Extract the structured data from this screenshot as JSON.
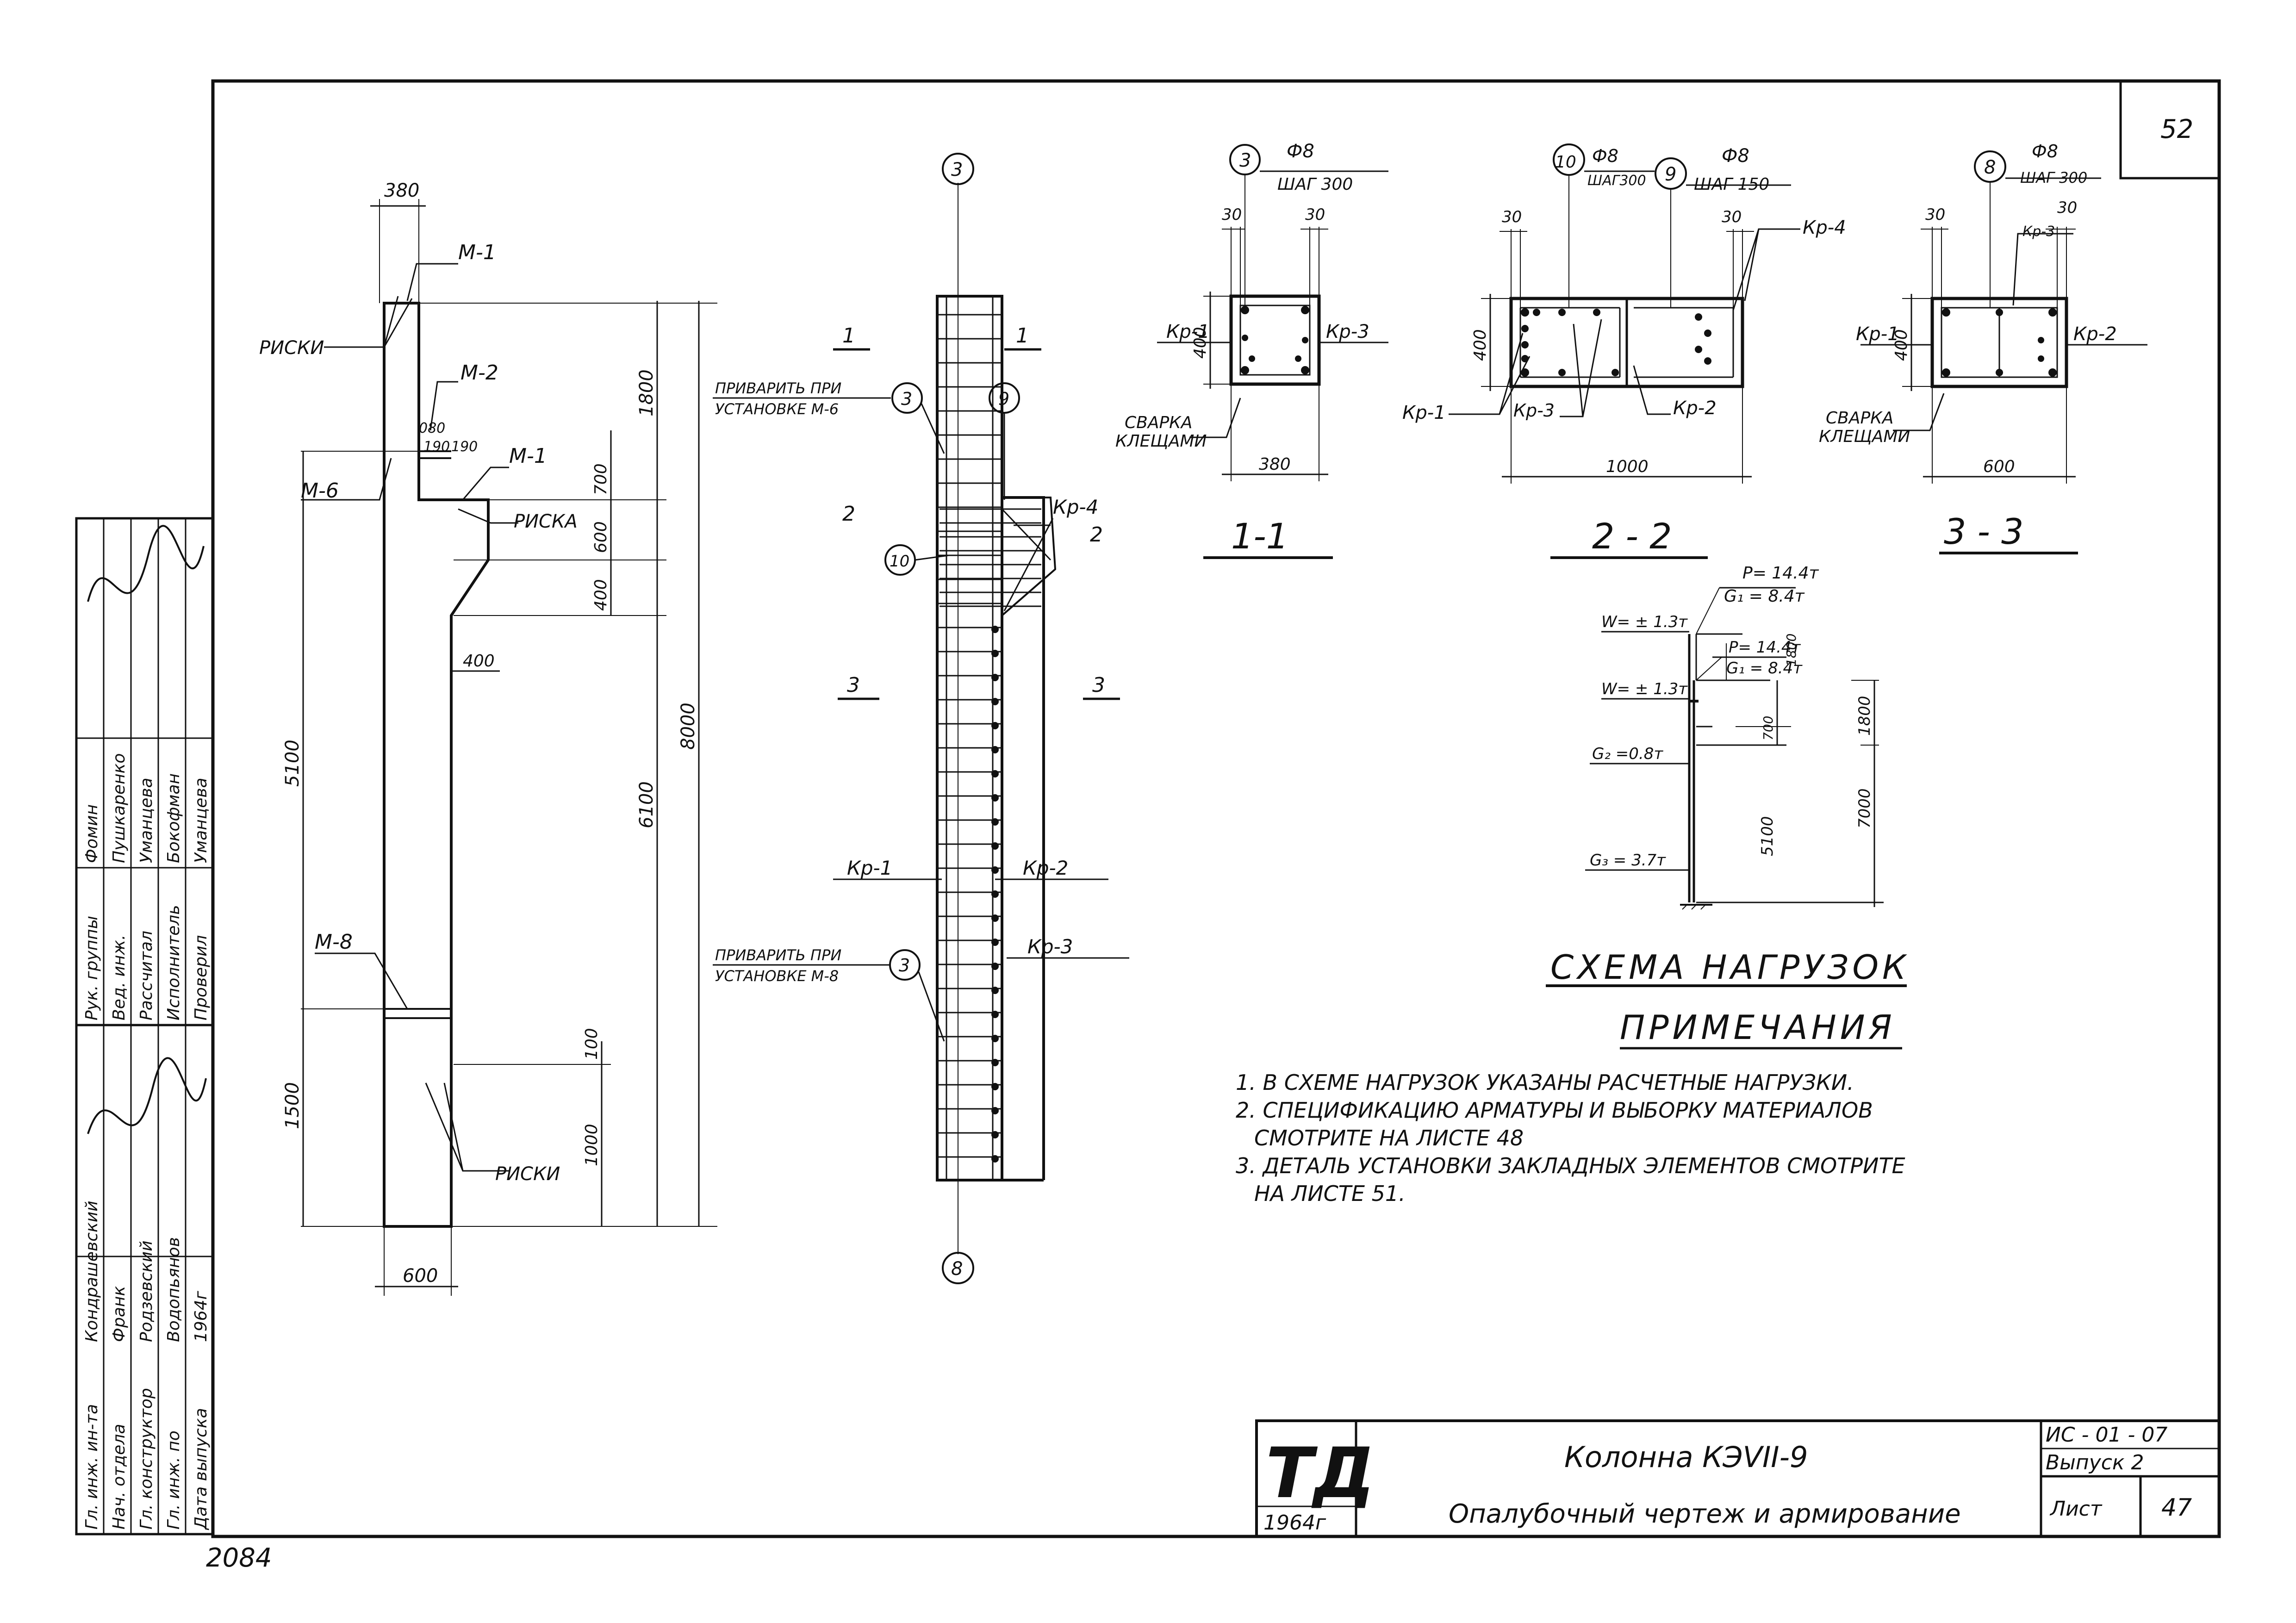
{
  "sheet_corner": "52",
  "scribble": "2084",
  "elevation": {
    "dims": {
      "top_width": "380",
      "upper_height": "1800",
      "total_height": "8000",
      "lower_height": "6100",
      "mid1": "700",
      "mid2": "600",
      "mid3": "400",
      "left_5100": "5100",
      "left_1500": "1500",
      "bottom_100": "100",
      "bottom_1000": "1000",
      "ledge": "400",
      "bottom_width": "600",
      "d080": "080",
      "d190a": "190",
      "d190b": "190"
    },
    "labels": {
      "m1_top": "М-1",
      "riski_top": "РИСКИ",
      "m2": "М-2",
      "m6": "М-6",
      "m1_mid": "М-1",
      "riska": "РИСКА",
      "m8": "М-8",
      "riski_bottom": "РИСКИ"
    }
  },
  "reinforcement": {
    "axis_top": "3",
    "axis_bottom": "8",
    "section_1": "1",
    "section_2": "2",
    "section_3": "3",
    "weld_note_1a": "ПРИВАРИТЬ ПРИ",
    "weld_note_1b": "УСТАНОВКЕ М-6",
    "weld_note_2a": "ПРИВАРИТЬ ПРИ",
    "weld_note_2b": "УСТАНОВКЕ М-8",
    "callout_3": "3",
    "callout_9": "9",
    "callout_10": "10",
    "callout_3b": "3",
    "kr4": "Кр-4",
    "kr1": "Кр-1",
    "kr2": "Кр-2",
    "kr3": "Кр-3"
  },
  "sections": {
    "s11": {
      "title": "1-1",
      "callout": "3",
      "bar": "Ф8",
      "step": "ШАГ 300",
      "d30a": "30",
      "d30b": "30",
      "height": "400",
      "width": "380",
      "kr_left": "Кр-1",
      "kr_right": "Кр-3",
      "weld1": "СВАРКА",
      "weld2": "КЛЕЩАМИ"
    },
    "s22": {
      "title": "2 - 2",
      "callout10": "10",
      "bar10": "Ф8",
      "step10": "ШАГ300",
      "callout9": "9",
      "bar9": "Ф8",
      "step9": "ШАГ 150",
      "d30a": "30",
      "d30b": "30",
      "height": "400",
      "width": "1000",
      "kr4": "Кр-4",
      "kr1": "Кр-1",
      "kr3": "Кр-3",
      "kr2": "Кр-2"
    },
    "s33": {
      "title": "3 - 3",
      "callout": "8",
      "bar": "Ф8",
      "step": "ШАГ 300",
      "d30a": "30",
      "d30b": "30",
      "height": "400",
      "width": "600",
      "kr_left": "Кр-1",
      "kr_right": "Кр-2",
      "kr_top": "Кр-3",
      "weld1": "СВАРКА",
      "weld2": "КЛЕЩАМИ"
    }
  },
  "loads": {
    "p_top": "P= 14.4т",
    "g_top": "G₁ = 8.4т",
    "w_top": "W= ± 1.3т",
    "p_mid": "P= 14.4т",
    "g_mid": "G₁ = 8.4т",
    "w_mid": "W= ± 1.3т",
    "g2": "G₂ =0.8т",
    "g3": "G₃ = 3.7т",
    "d1800a": "1800",
    "d1800b": "1800",
    "d700": "700",
    "d5100": "5100",
    "d7000": "7000",
    "title": "СХЕМА НАГРУЗОК"
  },
  "notes": {
    "title": "ПРИМЕЧАНИЯ",
    "lines": [
      "1. В СХЕМЕ НАГРУЗОК УКАЗАНЫ РАСЧЕТНЫЕ НАГРУЗКИ.",
      "2. СПЕЦИФИКАЦИЮ АРМАТУРЫ И ВЫБОРКУ МАТЕРИАЛОВ",
      "СМОТРИТЕ НА ЛИСТЕ 48",
      "3. ДЕТАЛЬ УСТАНОВКИ ЗАКЛАДНЫХ ЭЛЕМЕНТОВ СМОТРИТЕ",
      "НА ЛИСТЕ 51."
    ]
  },
  "title_block": {
    "logo": "ТД",
    "year": "1964г",
    "title1": "Колонна КЭVII-9",
    "title2": "Опалубочный чертеж и армирование",
    "code": "ИС - 01 - 07",
    "issue": "Выпуск 2",
    "sheet_label": "Лист",
    "sheet_no": "47"
  },
  "side_stamp": {
    "rows_left": [
      "Гл. инж. ин-та",
      "Нач. отдела",
      "Гл. конструктор",
      "Гл. инж. по",
      "Дата выпуска"
    ],
    "names_left": [
      "Кондрашевский",
      "Франк",
      "Родзевский",
      "Водопьянов",
      "1964г"
    ],
    "rows_right": [
      "Рук. группы",
      "Вед. инж.",
      "Рассчитал",
      "Исполнитель",
      "Проверил"
    ],
    "names_right": [
      "Фомин",
      "Пушкаренко",
      "Уманцева",
      "Бокофман",
      "Уманцева"
    ]
  }
}
